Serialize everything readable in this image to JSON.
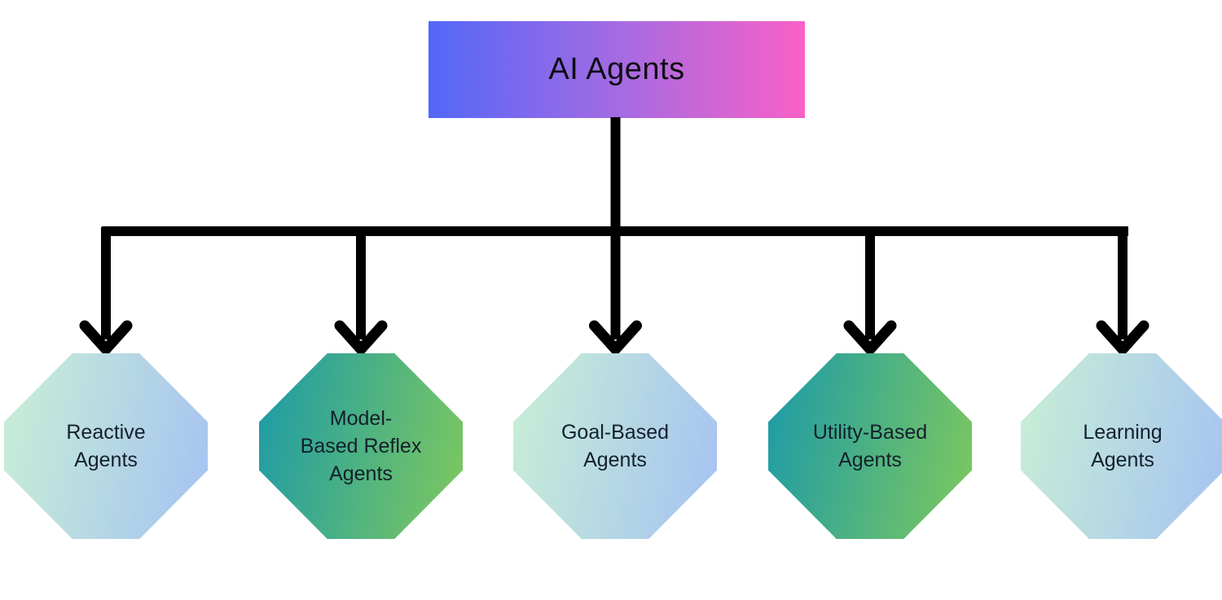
{
  "diagram": {
    "title": "AI Agents",
    "nodes": [
      {
        "id": "reactive-agents",
        "label": "Reactive\nAgents",
        "theme": "light"
      },
      {
        "id": "model-based-reflex-agents",
        "label": "Model-\nBased Reflex\nAgents",
        "theme": "dark"
      },
      {
        "id": "goal-based-agents",
        "label": "Goal-Based\nAgents",
        "theme": "light"
      },
      {
        "id": "utility-based-agents",
        "label": "Utility-Based\nAgents",
        "theme": "dark"
      },
      {
        "id": "learning-agents",
        "label": "Learning\nAgents",
        "theme": "light"
      }
    ]
  },
  "colors": {
    "canvas_bg": "#ffffff",
    "root_grad_start": "#5367f8",
    "root_grad_mid": "#a76be2",
    "root_grad_end": "#f960c6",
    "light_grad_start": "#c9efd5",
    "light_grad_end": "#a5c2f2",
    "dark_grad_start": "#1b9aa8",
    "dark_grad_end": "#7fc95d",
    "connector_color": "#000000",
    "title_text": "#0d0d12",
    "node_text": "#14202c"
  }
}
